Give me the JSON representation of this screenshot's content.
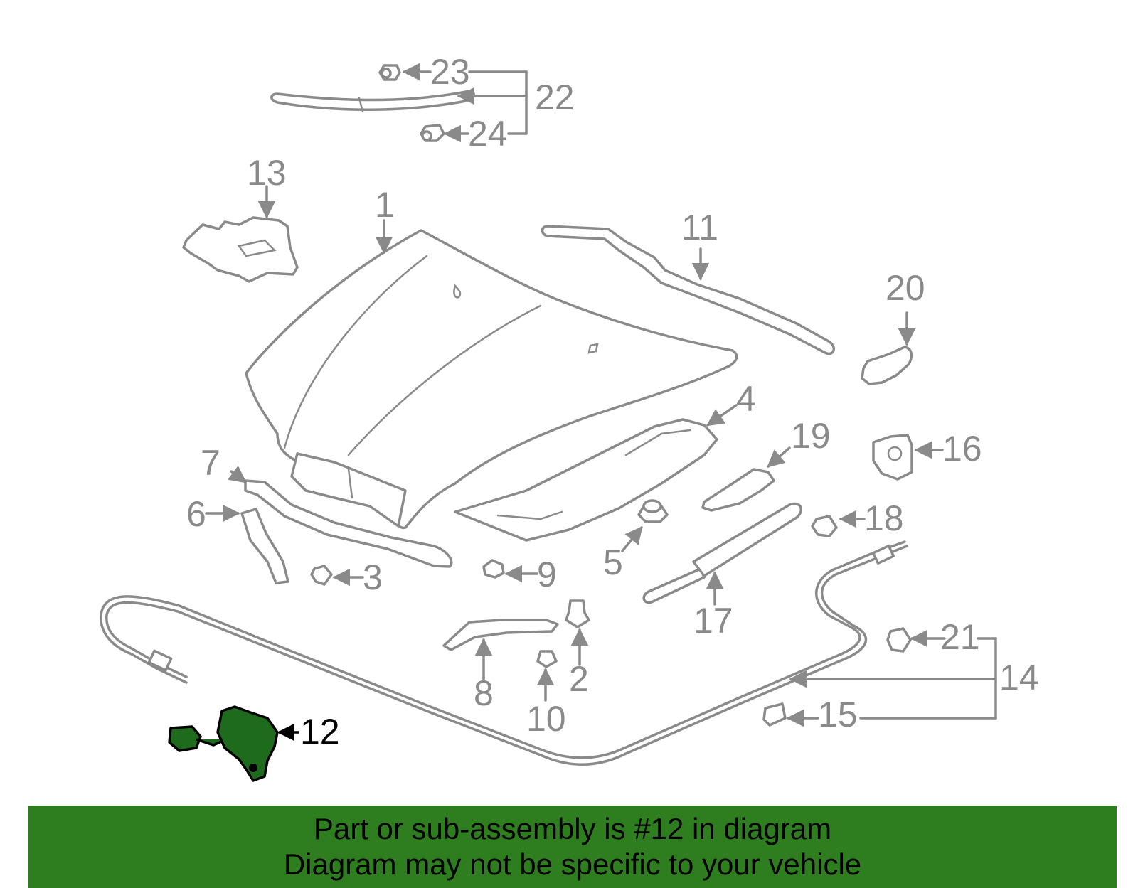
{
  "diagram": {
    "highlight_color": "#1e6b1e",
    "line_color": "#8a8a8a",
    "callouts": [
      "1",
      "2",
      "3",
      "4",
      "5",
      "6",
      "7",
      "8",
      "9",
      "10",
      "11",
      "12",
      "13",
      "14",
      "15",
      "16",
      "17",
      "18",
      "19",
      "20",
      "21",
      "22",
      "23",
      "24"
    ]
  },
  "footer": {
    "line1": "Part or sub-assembly is #12 in diagram",
    "line2": "Diagram may not be specific to your vehicle",
    "background": "#2e7d1f"
  }
}
